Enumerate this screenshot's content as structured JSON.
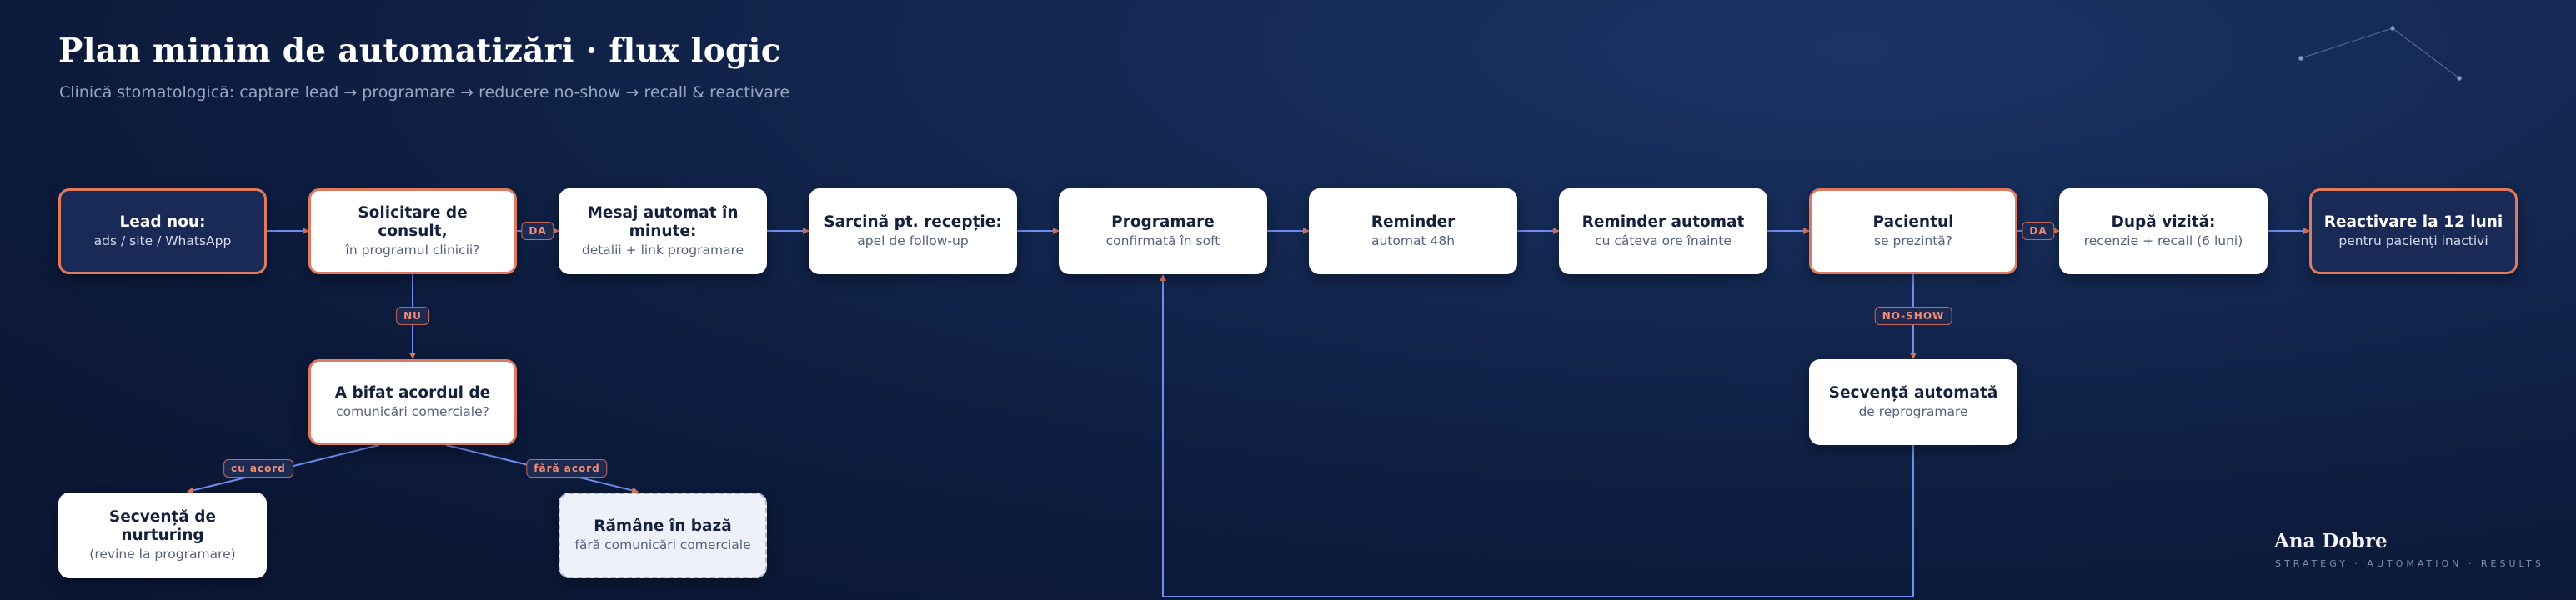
{
  "title": "Plan minim de automatizări · flux logic",
  "subtitle": "Clinică stomatologică: captare lead → programare → reducere no-show → recall & reactivare",
  "nodes": {
    "lead": {
      "title": "Lead nou:",
      "sub": "ads / site / WhatsApp"
    },
    "consult": {
      "title": "Solicitare de consult,",
      "sub": "în programul clinicii?"
    },
    "mesaj": {
      "title": "Mesaj automat în minute:",
      "sub": "detalii + link programare"
    },
    "sarcina": {
      "title": "Sarcină pt. recepție:",
      "sub": "apel de follow-up"
    },
    "programare": {
      "title": "Programare",
      "sub": "confirmată în soft"
    },
    "reminder48": {
      "title": "Reminder",
      "sub": "automat 48h"
    },
    "reminderore": {
      "title": "Reminder automat",
      "sub": "cu câteva ore înainte"
    },
    "pacientul": {
      "title": "Pacientul",
      "sub": "se prezintă?"
    },
    "vizita": {
      "title": "După vizită:",
      "sub": "recenzie + recall (6 luni)"
    },
    "reactivare": {
      "title": "Reactivare la 12 luni",
      "sub": "pentru pacienți inactivi"
    },
    "acord": {
      "title": "A bifat acordul de",
      "sub": "comunicări comerciale?"
    },
    "reprogramare": {
      "title": "Secvență automată",
      "sub": "de reprogramare"
    },
    "nurturing": {
      "title": "Secvență de nurturing",
      "sub": "(revine la programare)"
    },
    "baza": {
      "title": "Rămâne în bază",
      "sub": "fără comunicări comerciale"
    }
  },
  "labels": {
    "da1": "DA",
    "nu": "NU",
    "da2": "DA",
    "noshow": "NO-SHOW",
    "cuacord": "cu acord",
    "faraacord": "fără acord"
  },
  "brand": {
    "name": "Ana Dobre",
    "tagline": "STRATEGY · AUTOMATION · RESULTS"
  },
  "colors": {
    "accent": "#e07a5f",
    "connector": "#6f8ef0",
    "background": "#0c1a3a"
  }
}
